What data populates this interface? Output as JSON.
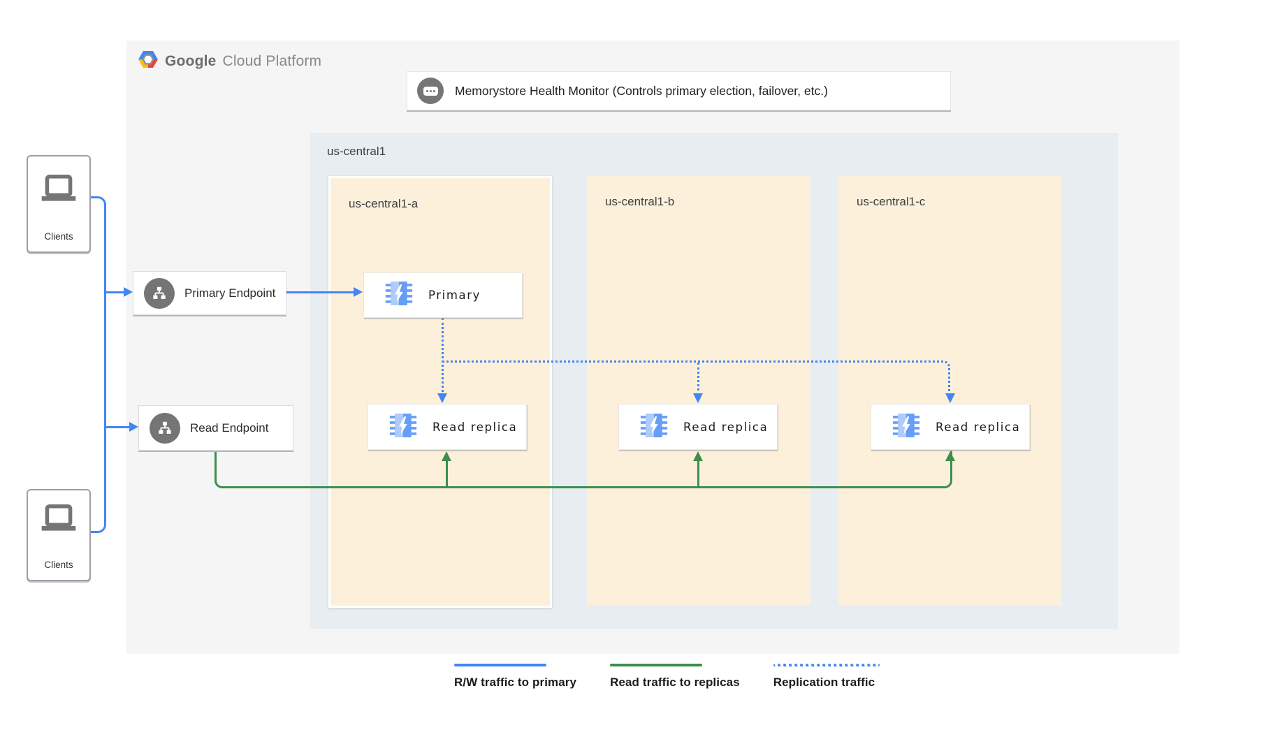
{
  "header": {
    "logo_bold": "Google",
    "logo_light": "Cloud Platform"
  },
  "health_monitor": {
    "label": "Memorystore Health Monitor (Controls primary election, failover, etc.)",
    "icon": "ellipsis-monitor-icon"
  },
  "region": {
    "label": "us-central1",
    "zones": [
      {
        "label": "us-central1-a"
      },
      {
        "label": "us-central1-b"
      },
      {
        "label": "us-central1-c"
      }
    ]
  },
  "nodes": {
    "primary": {
      "label": "Primary",
      "icon": "memorystore-icon"
    },
    "replicas": [
      {
        "label": "Read replica",
        "icon": "memorystore-icon"
      },
      {
        "label": "Read replica",
        "icon": "memorystore-icon"
      },
      {
        "label": "Read replica",
        "icon": "memorystore-icon"
      }
    ]
  },
  "endpoints": {
    "primary": {
      "label": "Primary Endpoint",
      "icon": "network-endpoint-icon"
    },
    "read": {
      "label": "Read Endpoint",
      "icon": "network-endpoint-icon"
    }
  },
  "clients": {
    "top": {
      "label": "Clients",
      "icon": "laptop-icon"
    },
    "bottom": {
      "label": "Clients",
      "icon": "laptop-icon"
    }
  },
  "legend": {
    "items": [
      {
        "label": "R/W traffic to primary",
        "style": "solid",
        "color": "#4285f4"
      },
      {
        "label": "Read traffic to replicas",
        "style": "solid",
        "color": "#3d8e4e"
      },
      {
        "label": "Replication traffic",
        "style": "dotted",
        "color": "#4285f4"
      }
    ]
  },
  "colors": {
    "rw_traffic_blue": "#4285f4",
    "read_traffic_green": "#3d8e4e",
    "region_background": "#e7edf1",
    "zone_background": "#fdf0da",
    "panel_background": "#f5f5f6",
    "icon_gray": "#757575"
  }
}
